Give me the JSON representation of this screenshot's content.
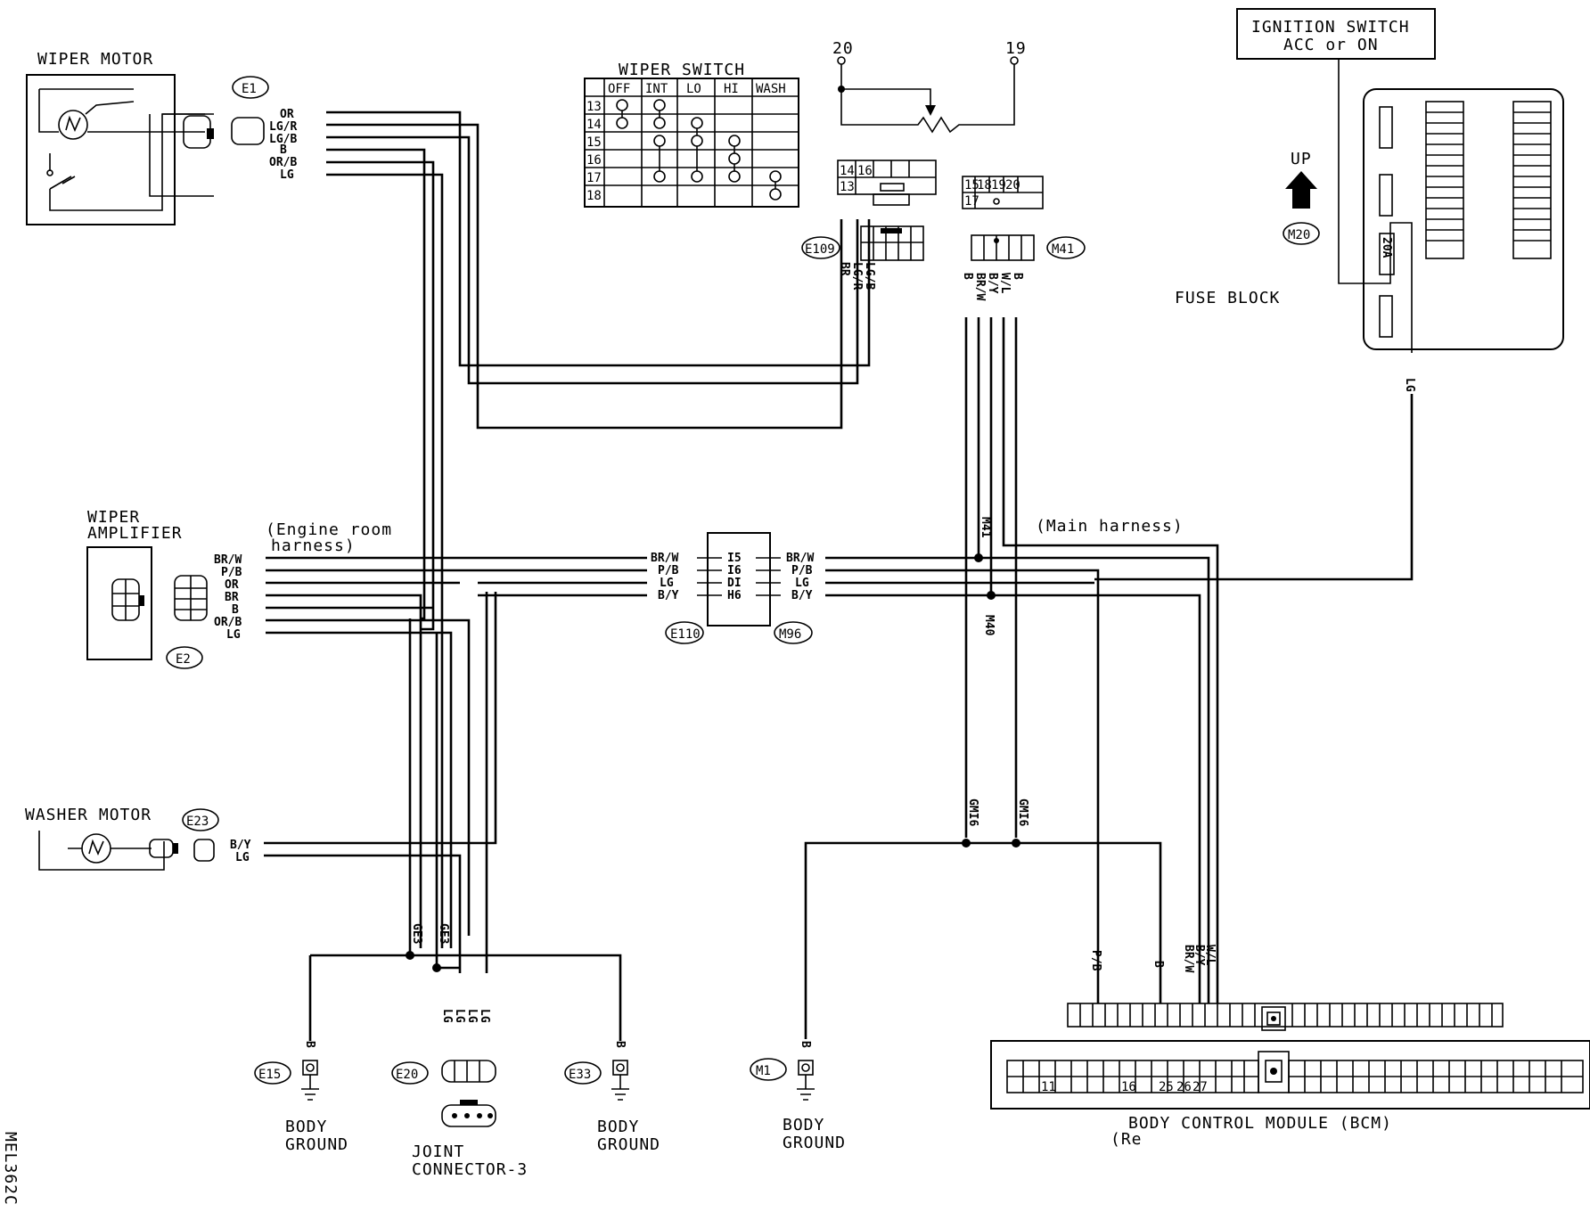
{
  "components": {
    "wiper_motor": "WIPER MOTOR",
    "wiper_switch": "WIPER SWITCH",
    "ignition_line1": "IGNITION SWITCH",
    "ignition_line2": "ACC or ON",
    "up": "UP",
    "fuse_block": "FUSE BLOCK",
    "fuse_rating": "20A",
    "wiper_amp_line1": "WIPER",
    "wiper_amp_line2": "AMPLIFIER",
    "engine_room_line1": "(Engine room",
    "engine_room_line2": "harness)",
    "main_harness": "(Main harness)",
    "washer_motor": "WASHER MOTOR",
    "body_ground_1": "BODY",
    "body_ground_2": "GROUND",
    "joint_line1": "JOINT",
    "joint_line2": "CONNECTOR-3",
    "bcm": "BODY CONTROL MODULE  (BCM)",
    "bcm_note": "(Re",
    "figure_code": "MEL362C"
  },
  "connectors": {
    "e1": "E1",
    "e2": "E2",
    "e23": "E23",
    "e109": "E109",
    "e110": "E110",
    "m41": "M41",
    "m96": "M96",
    "m20": "M20",
    "e15": "E15",
    "e20": "E20",
    "e33": "E33",
    "m1": "M1"
  },
  "wiper_switch_table": {
    "headers": [
      "",
      "OFF",
      "INT",
      "LO",
      "HI",
      "WASH"
    ],
    "rows": [
      "13",
      "14",
      "15",
      "16",
      "17",
      "18"
    ]
  },
  "terminals": {
    "t20": "20",
    "t19": "19",
    "e109_face_a": "14",
    "e109_face_b": "16",
    "e109_face_c": "13",
    "m41_face_a": "15",
    "m41_face_b": "18",
    "m41_face_c": "19",
    "m41_face_d": "20",
    "m41_face_e": "17",
    "bcm_11": "11",
    "bcm_16": "16",
    "bcm_25": "25",
    "bcm_26": "26",
    "bcm_27": "27"
  },
  "wires": {
    "e1": [
      "OR",
      "LG/R",
      "LG/B",
      "B",
      "OR/B",
      "LG"
    ],
    "e2": [
      "BR/W",
      "P/B",
      "OR",
      "BR",
      "B",
      "OR/B",
      "LG"
    ],
    "e23": [
      "B/Y",
      "LG"
    ],
    "e109": [
      "LG/B",
      "LG/R",
      "BR"
    ],
    "m41": [
      "B",
      "W/L",
      "B/Y",
      "BR/W",
      "B"
    ],
    "e110": [
      "BR/W",
      "P/B",
      "LG",
      "B/Y"
    ],
    "m96": [
      "BR/W",
      "P/B",
      "LG",
      "B/Y"
    ],
    "e110_pins": [
      "I5",
      "I6",
      "DI",
      "H6"
    ],
    "bcm": [
      "P/B",
      "B",
      "BR/W",
      "B/Y",
      "W/L"
    ],
    "fuse": "LG",
    "ground": "B",
    "joint": [
      "LG",
      "LG",
      "LG",
      "LG"
    ],
    "splice_m41": "M41",
    "splice_m40": "M40",
    "splice_ge3a": "GE3",
    "splice_ge3b": "GE3",
    "splice_gm16a": "GMI6",
    "splice_gm16b": "GMI6"
  }
}
